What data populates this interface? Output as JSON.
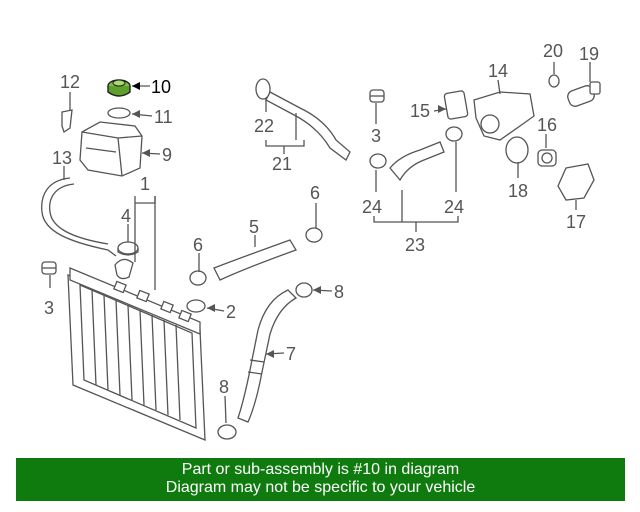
{
  "callouts": {
    "c1": "1",
    "c2": "2",
    "c3a": "3",
    "c3b": "3",
    "c4": "4",
    "c5": "5",
    "c6a": "6",
    "c6b": "6",
    "c7": "7",
    "c8a": "8",
    "c8b": "8",
    "c9": "9",
    "c10": "10",
    "c11": "11",
    "c12": "12",
    "c13": "13",
    "c14": "14",
    "c15": "15",
    "c16": "16",
    "c17": "17",
    "c18": "18",
    "c19": "19",
    "c20": "20",
    "c21": "21",
    "c22": "22",
    "c23": "23",
    "c24a": "24",
    "c24b": "24"
  },
  "highlight_color": "#7bc043",
  "banner": {
    "color": "#0f7b0f",
    "line1": "Part or sub-assembly is #10 in diagram",
    "line2": "Diagram may not be specific to your vehicle"
  }
}
